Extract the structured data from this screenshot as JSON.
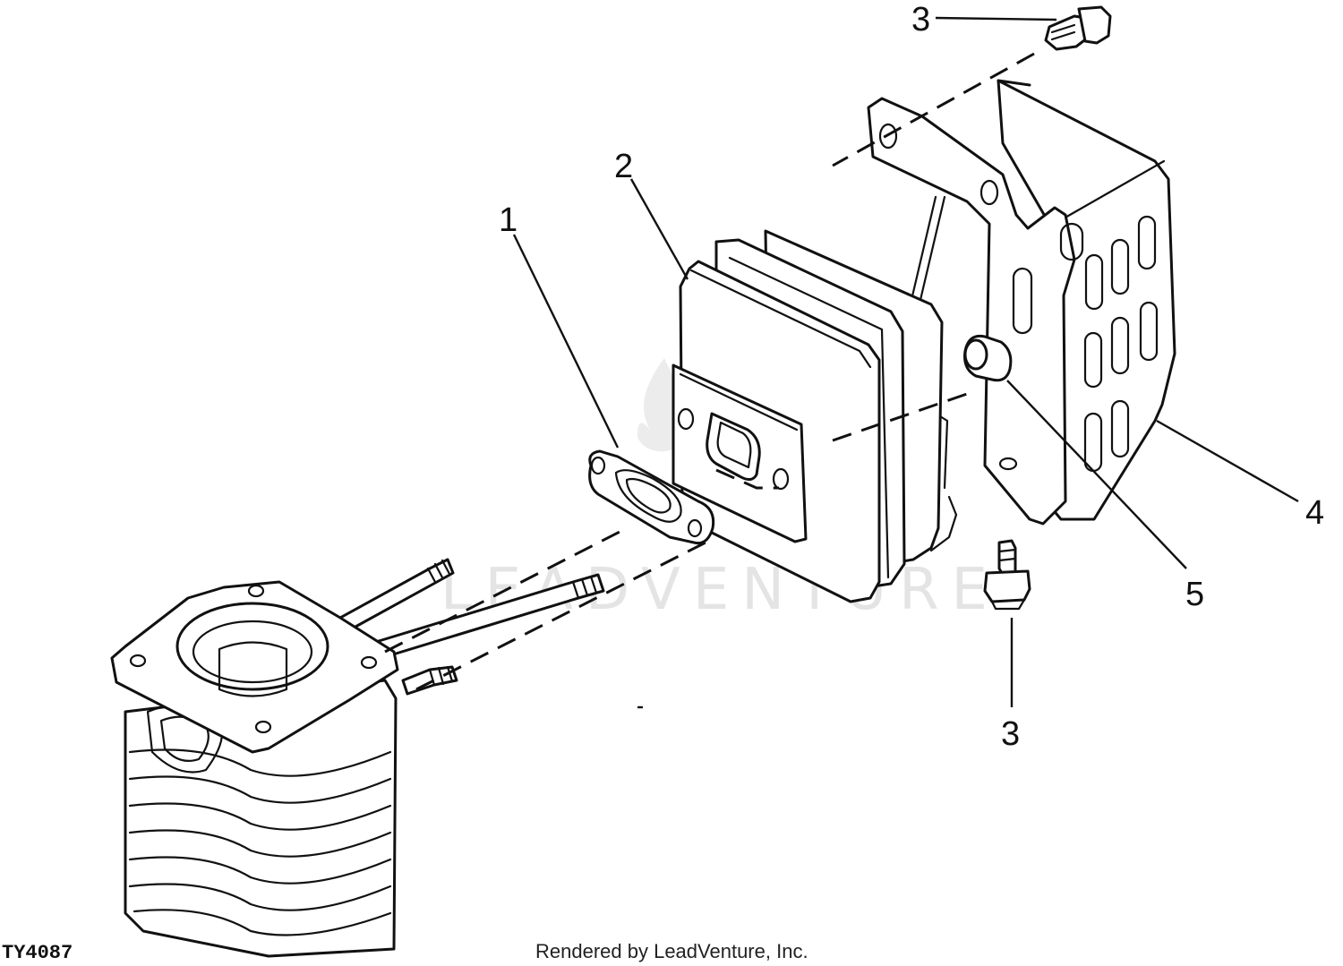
{
  "watermark": "LEADVENTURE",
  "figure_id": "TY4087",
  "credit": "Rendered by LeadVenture, Inc.",
  "callouts": {
    "c1": "1",
    "c2": "2",
    "c3_top": "3",
    "c3_bottom": "3",
    "c4": "4",
    "c5": "5"
  },
  "colors": {
    "ink": "#111111",
    "background": "#ffffff",
    "watermark": "#e4e4e4"
  }
}
